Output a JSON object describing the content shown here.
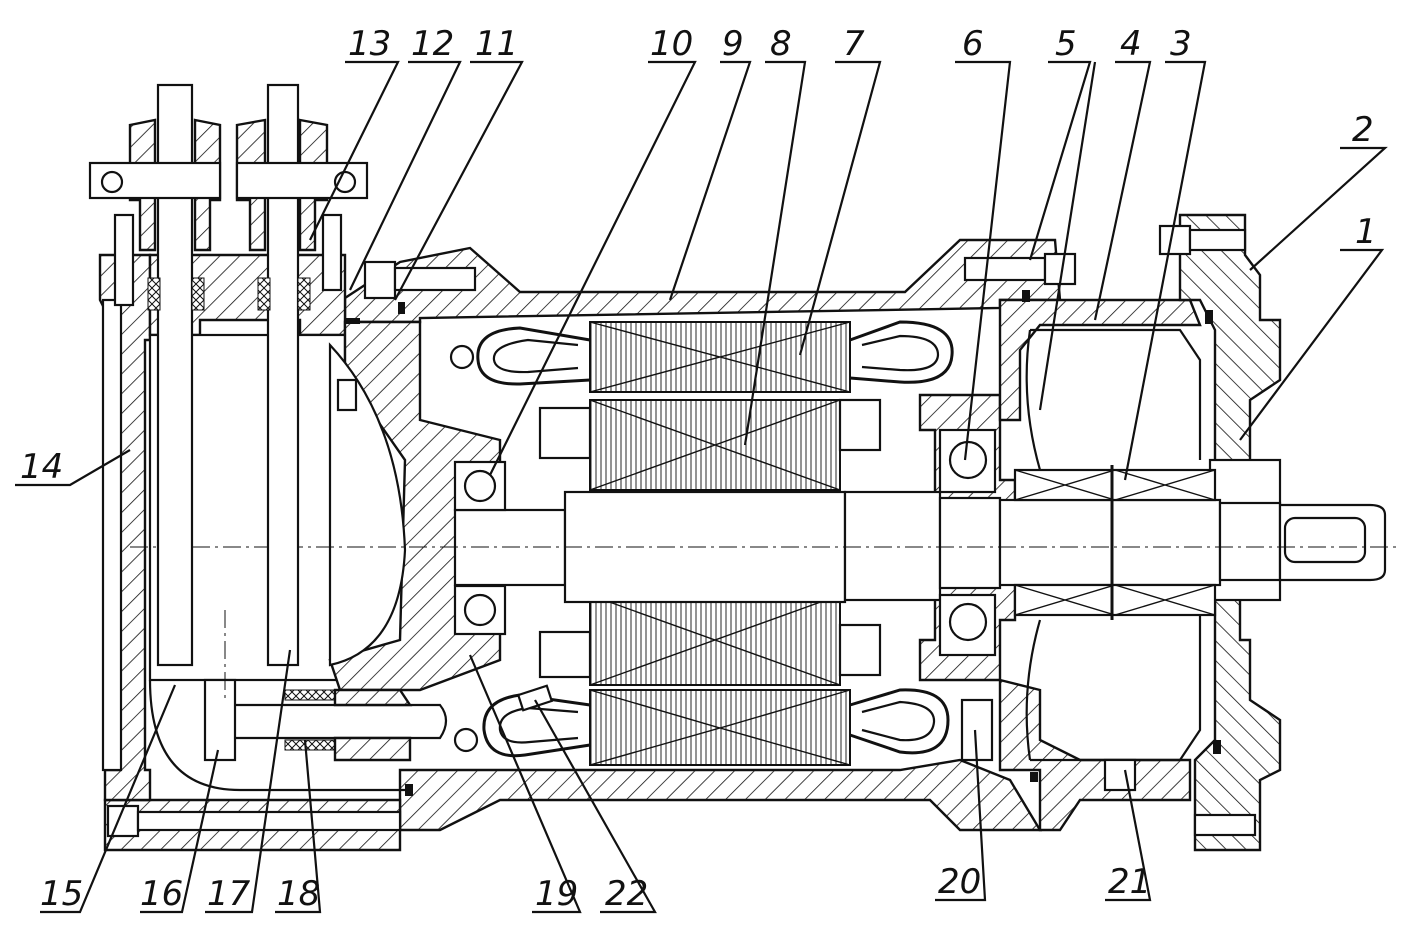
{
  "title": "",
  "callouts": {
    "top": [
      {
        "id": "13",
        "label": "13"
      },
      {
        "id": "12",
        "label": "12"
      },
      {
        "id": "11",
        "label": "11"
      },
      {
        "id": "10",
        "label": "10"
      },
      {
        "id": "9",
        "label": "9"
      },
      {
        "id": "8",
        "label": "8"
      },
      {
        "id": "7",
        "label": "7"
      },
      {
        "id": "6",
        "label": "6"
      },
      {
        "id": "5",
        "label": "5"
      },
      {
        "id": "4",
        "label": "4"
      },
      {
        "id": "3",
        "label": "3"
      },
      {
        "id": "2",
        "label": "2"
      },
      {
        "id": "1",
        "label": "1"
      }
    ],
    "left": [
      {
        "id": "14",
        "label": "14"
      }
    ],
    "bottom": [
      {
        "id": "15",
        "label": "15"
      },
      {
        "id": "16",
        "label": "16"
      },
      {
        "id": "17",
        "label": "17"
      },
      {
        "id": "18",
        "label": "18"
      },
      {
        "id": "19",
        "label": "19"
      },
      {
        "id": "22",
        "label": "22"
      },
      {
        "id": "20",
        "label": "20"
      },
      {
        "id": "21",
        "label": "21"
      }
    ]
  },
  "colors": {
    "ink": "#111111",
    "paper": "#ffffff"
  }
}
